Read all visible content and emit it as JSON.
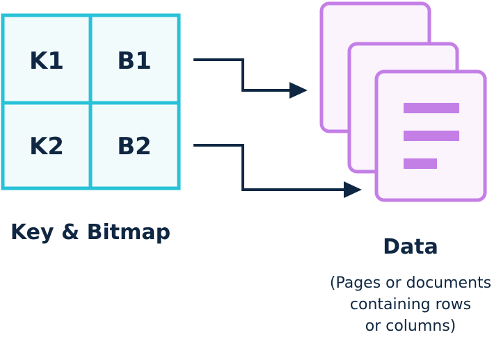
{
  "grid": {
    "cells": [
      "K1",
      "B1",
      "K2",
      "B2"
    ]
  },
  "left_caption": "Key & Bitmap",
  "right_caption": {
    "title": "Data",
    "lines": [
      "(Pages or documents",
      "containing rows",
      "or columns)"
    ]
  },
  "colors": {
    "grid_border": "#27c2d8",
    "grid_fill": "#f2fbfc",
    "text": "#0f2742",
    "arrow": "#0f2742",
    "document_border": "#c47fe6",
    "document_fill": "#fbf4fd",
    "document_lines": "#c47fe6"
  },
  "icons": {
    "documents": "stacked-documents-icon",
    "arrow": "right-arrow-icon"
  }
}
